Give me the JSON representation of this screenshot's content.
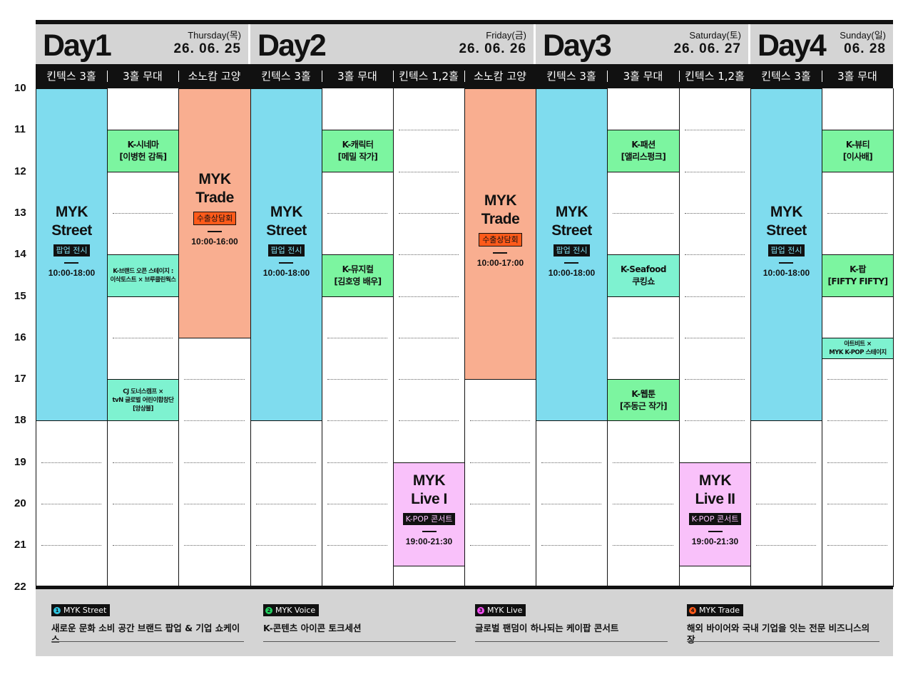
{
  "days": [
    {
      "title": "Day1",
      "dow": "Thursday(목)",
      "date": "26. 06. 25"
    },
    {
      "title": "Day2",
      "dow": "Friday(금)",
      "date": "26. 06. 26"
    },
    {
      "title": "Day3",
      "dow": "Saturday(토)",
      "date": "26. 06. 27"
    },
    {
      "title": "Day4",
      "dow": "Sunday(일)",
      "date": "06. 28"
    }
  ],
  "venues": [
    "킨텍스 3홀",
    "3홀 무대",
    "소노캄 고양",
    "킨텍스 3홀",
    "3홀 무대",
    "킨텍스 1,2홀",
    "소노캄 고양",
    "킨텍스 3홀",
    "3홀 무대",
    "킨텍스 1,2홀",
    "킨텍스 3홀",
    "3홀 무대"
  ],
  "hours": [
    "10",
    "11",
    "12",
    "13",
    "14",
    "15",
    "16",
    "17",
    "18",
    "19",
    "20",
    "21",
    "22"
  ],
  "colors": {
    "street": "#7fdcee",
    "voice": "#7cf5a0",
    "trade": "#f9ae90",
    "live": "#f9c1fa",
    "seafood": "#7ef2d0",
    "trade_tag": "#ff5a1a",
    "live_tag": "#f04ef0",
    "street_tag": "#2fc4e0",
    "voice_tag": "#22d060"
  },
  "events": [
    {
      "id": "street-day1",
      "kind": "big",
      "color": "street",
      "title_lines": [
        "MYK",
        "Street"
      ],
      "tag": "팝업 전시",
      "time": "10:00-18:00"
    },
    {
      "id": "trade-day1",
      "kind": "big",
      "color": "trade",
      "title_lines": [
        "MYK",
        "Trade"
      ],
      "tag": "수출상담회",
      "time": "10:00-16:00"
    },
    {
      "id": "street-day2",
      "kind": "big",
      "color": "street",
      "title_lines": [
        "MYK",
        "Street"
      ],
      "tag": "팝업 전시",
      "time": "10:00-18:00"
    },
    {
      "id": "trade-day2",
      "kind": "big",
      "color": "trade",
      "title_lines": [
        "MYK",
        "Trade"
      ],
      "tag": "수출상담회",
      "time": "10:00-17:00"
    },
    {
      "id": "street-day3",
      "kind": "big",
      "color": "street",
      "title_lines": [
        "MYK",
        "Street"
      ],
      "tag": "팝업 전시",
      "time": "10:00-18:00"
    },
    {
      "id": "street-day4",
      "kind": "big",
      "color": "street",
      "title_lines": [
        "MYK",
        "Street"
      ],
      "tag": "팝업 전시",
      "time": "10:00-18:00"
    },
    {
      "id": "live-1",
      "kind": "big",
      "color": "live",
      "title_lines": [
        "MYK",
        "Live I"
      ],
      "tag": "K-POP 콘서트",
      "time": "19:00-21:30"
    },
    {
      "id": "live-2",
      "kind": "big",
      "color": "live",
      "title_lines": [
        "MYK",
        "Live II"
      ],
      "tag": "K-POP 콘서트",
      "time": "19:00-21:30"
    },
    {
      "id": "k-cinema",
      "kind": "small",
      "color": "voice",
      "lines": [
        "K-시네마",
        "[이병헌 감독]"
      ]
    },
    {
      "id": "k-brand",
      "kind": "tiny",
      "color": "seafood",
      "lines": [
        "K-브랜드 오픈 스테이지 :",
        "이삭토스트 × 브루클린웍스"
      ]
    },
    {
      "id": "cj-camp",
      "kind": "tiny",
      "color": "seafood",
      "lines": [
        "CJ 도너스캠프 ×",
        "tvN 글로벌 어린이합창단",
        "[앙상블]"
      ]
    },
    {
      "id": "k-character",
      "kind": "small",
      "color": "voice",
      "lines": [
        "K-캐릭터",
        "[메밀 작가]"
      ]
    },
    {
      "id": "k-musical",
      "kind": "small",
      "color": "voice",
      "lines": [
        "K-뮤지컬",
        "[김호영 배우]"
      ]
    },
    {
      "id": "k-fashion",
      "kind": "small",
      "color": "voice",
      "lines": [
        "K-패션",
        "[앨리스펑크]"
      ]
    },
    {
      "id": "k-seafood",
      "kind": "small",
      "color": "seafood",
      "lines": [
        "K-Seafood",
        "쿠킹쇼"
      ]
    },
    {
      "id": "k-webtoon",
      "kind": "small",
      "color": "voice",
      "lines": [
        "K-웹툰",
        "[주동근 작가]"
      ]
    },
    {
      "id": "k-beauty",
      "kind": "small",
      "color": "voice",
      "lines": [
        "K-뷰티",
        "[이사배]"
      ]
    },
    {
      "id": "k-pop",
      "kind": "small",
      "color": "voice",
      "lines": [
        "K-팝",
        "[FIFTY FIFTY]"
      ]
    },
    {
      "id": "artbit",
      "kind": "tiny",
      "color": "seafood",
      "lines": [
        "아트비트 ×",
        "MYK K-POP 스테이지"
      ]
    }
  ],
  "legend": [
    {
      "num": "1",
      "label": "MYK Street",
      "dot": "street_tag",
      "desc": "새로운 문화 소비 공간 브랜드 팝업 & 기업 쇼케이스"
    },
    {
      "num": "2",
      "label": "MYK Voice",
      "dot": "voice_tag",
      "desc": "K-콘텐츠 아이콘 토크세션"
    },
    {
      "num": "3",
      "label": "MYK Live",
      "dot": "live_tag",
      "desc": "글로벌 팬덤이 하나되는 케이팝 콘서트"
    },
    {
      "num": "4",
      "label": "MYK Trade",
      "dot": "trade_tag",
      "desc": "해외 바이어와 국내 기업을 잇는 전문 비즈니스의 장"
    }
  ]
}
